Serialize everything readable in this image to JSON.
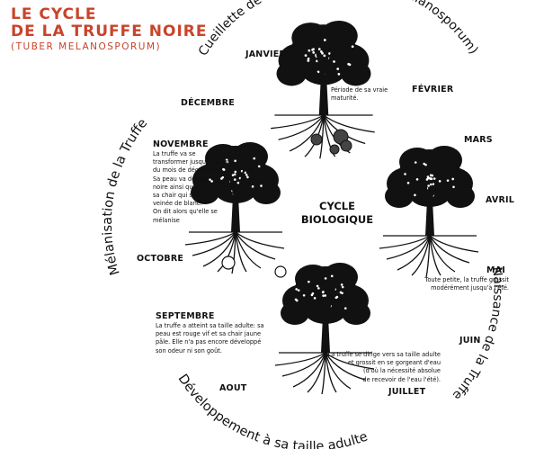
{
  "title": {
    "line1": "LE CYCLE",
    "line2": "DE LA TRUFFE NOIRE",
    "line3": "(TUBER MELANOSPORUM)"
  },
  "center": {
    "line1": "CYCLE",
    "line2": "BIOLOGIQUE"
  },
  "arcs": {
    "top": "Cueillette de la Truffe Noire (Tuber Melanosporum)",
    "left": "Mélanisation de la Truffe",
    "right": "Naissance de la Truffe",
    "bottom": "Développement à sa taille adulte"
  },
  "months": {
    "janvier": "JANVIER",
    "fevrier": "FÉVRIER",
    "decembre": "DÉCEMBRE",
    "mars": "MARS",
    "novembre": "NOVEMBRE",
    "avril": "AVRIL",
    "octobre": "OCTOBRE",
    "mai": "MAI",
    "septembre": "SEPTEMBRE",
    "juin": "JUIN",
    "aout": "AOUT",
    "juillet": "JUILLET"
  },
  "notes": {
    "janvier": [
      "Période de sa vraie",
      "maturité."
    ],
    "novembre": [
      "La truffe va se",
      "transformer jusqu'à la fin",
      "du mois de décembre.",
      "Sa peau va devenir",
      "noire ainsi que",
      "sa chair qui sera",
      "veinée de blanc.",
      "On dit alors qu'elle se",
      "mélanise"
    ],
    "mai": [
      "Toute petite, la truffe grossit",
      "modérément jusqu'à l'été."
    ],
    "septembre": [
      "La truffe a atteint sa taille adulte: sa",
      "peau est rouge vif et sa chair jaune",
      "pâle. Elle n'a pas encore développé",
      "son odeur ni son goût."
    ],
    "juillet": [
      "La truffe se dirige vers sa taille adulte",
      "et grossit en se gorgeant d'eau",
      "(d'où la nécessité absolue",
      "de recevoir de l'eau l'été)."
    ]
  },
  "colors": {
    "title": "#c8442b",
    "ink": "#111111"
  }
}
